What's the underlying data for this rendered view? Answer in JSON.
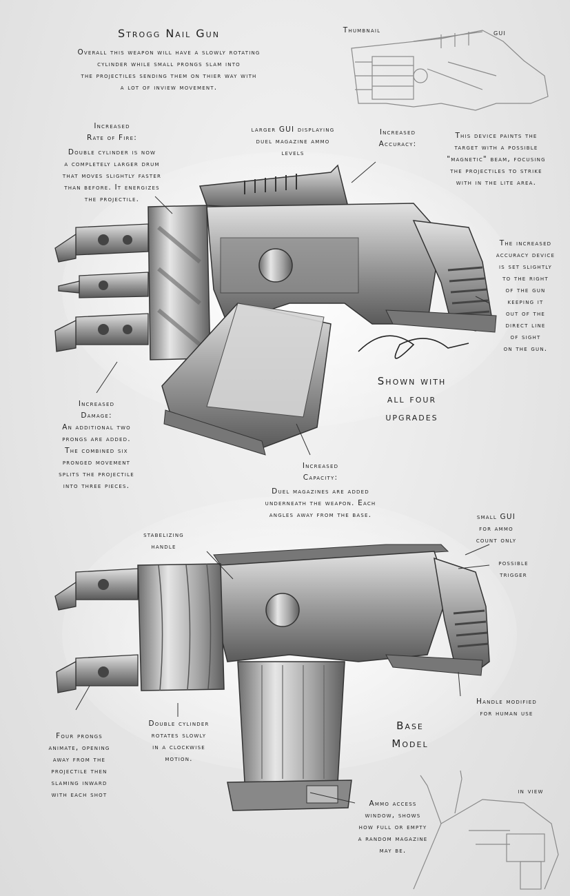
{
  "header": {
    "title": "Strogg Nail Gun",
    "description": [
      "Overall this weapon will have a slowly rotating",
      "cylinder while small prongs slam into",
      "the projectiles sending them on thier way with",
      "a lot of inview movement."
    ]
  },
  "thumbnail": {
    "label": "Thumbnail",
    "gui_mark": "GUI"
  },
  "upgraded": {
    "rate_of_fire": {
      "heading": [
        "Increased",
        "Rate of Fire:"
      ],
      "text": [
        "Double cylinder is now",
        "a completely larger drum",
        "that moves slightly faster",
        "than before.  It energizes",
        "the projectile."
      ]
    },
    "larger_gui": {
      "text": [
        "larger GUI displaying",
        "duel magazine ammo",
        "levels"
      ]
    },
    "accuracy": {
      "heading": [
        "Increased",
        "Accuracy:"
      ],
      "text": [
        "This device paints the",
        "target with a possible",
        "\"magnetic\" beam, focusing",
        "the projectiles to strike",
        "with in the lite area."
      ]
    },
    "accuracy_position": {
      "text": [
        "The increased",
        "accuracy device",
        "is set slightly",
        "to the right",
        "of the gun",
        "keeping it",
        "out of the",
        "direct line",
        "of sight",
        "on the gun."
      ]
    },
    "shown_with": {
      "text": [
        "Shown with",
        "all four",
        "upgrades"
      ]
    },
    "damage": {
      "heading": [
        "Increased",
        "Damage:"
      ],
      "text": [
        "An additional two",
        "prongs are added.",
        "The combined six",
        "pronged movement",
        "splits the projectile",
        "into three pieces."
      ]
    },
    "capacity": {
      "heading": [
        "Increased",
        "Capacity:"
      ],
      "text": [
        "Duel magazines are added",
        "underneath the weapon.  Each",
        "angles away from the base."
      ]
    }
  },
  "base": {
    "stabelizing": {
      "text": [
        "stabelizing",
        "handle"
      ]
    },
    "small_gui": {
      "text": [
        "small GUI",
        "for ammo",
        "count only"
      ]
    },
    "trigger": {
      "text": [
        "possible",
        "trigger"
      ]
    },
    "handle_modified": {
      "text": [
        "Handle modified",
        "for human use"
      ]
    },
    "model_label": {
      "text": [
        "Base",
        "Model"
      ]
    },
    "prongs": {
      "text": [
        "Four prongs",
        "animate, opening",
        "away from the",
        "projectile then",
        "slaming inward",
        "with each shot"
      ]
    },
    "double_cylinder": {
      "text": [
        "Double cylinder",
        "rotates slowly",
        "in a clockwise",
        "motion."
      ]
    },
    "ammo_access": {
      "text": [
        "Ammo access",
        "window, shows",
        "how full or empty",
        "a random magazine",
        "may be."
      ]
    },
    "in_view": {
      "label": "in view"
    }
  },
  "colors": {
    "ink": "#1e1e1e",
    "metal_light": "#cfcfcf",
    "metal_mid": "#9a9a9a",
    "metal_dark": "#555555"
  }
}
